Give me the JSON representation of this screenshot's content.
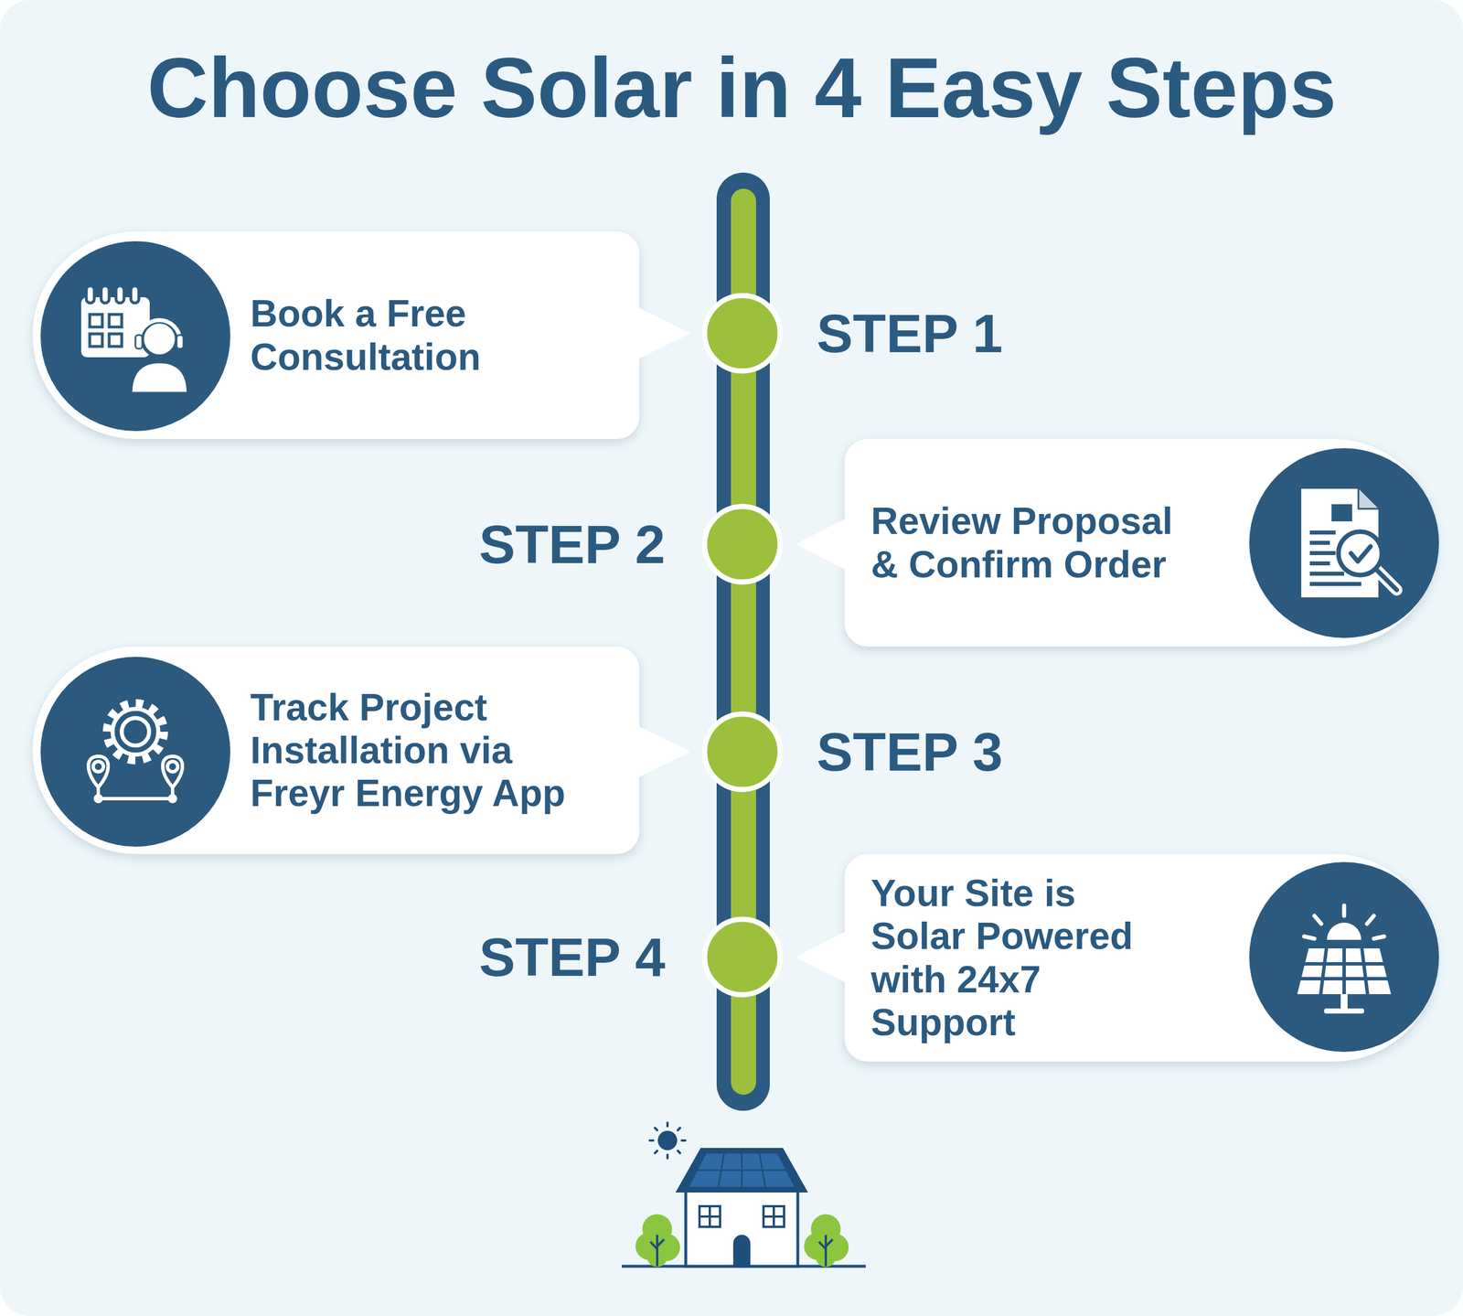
{
  "diagram": {
    "title": "Choose Solar in 4 Easy Steps",
    "nodes": [
      {
        "text": [
          "Book a Free Consultation"
        ]
      },
      {
        "text": [
          "Review Proposal & Confirm Order"
        ]
      },
      {
        "text": [
          "Track Project Installation via Freyr Energy App"
        ]
      },
      {
        "text": [
          "Your Site is Solar Powered with 24x7 Support"
        ]
      }
    ],
    "labels": [
      "STEP 1",
      "STEP 2",
      "STEP 3",
      "STEP 4"
    ]
  }
}
